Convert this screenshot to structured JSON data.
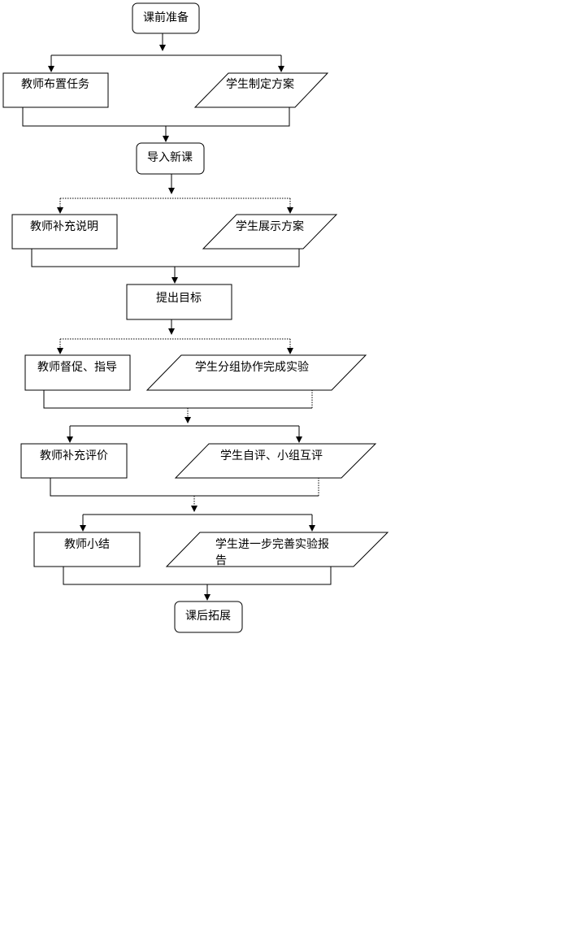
{
  "diagram": {
    "start": "课前准备",
    "row1": {
      "teacher": "教师布置任务",
      "student": "学生制定方案"
    },
    "step2": "导入新课",
    "row2": {
      "teacher": "教师补充说明",
      "student": "学生展示方案"
    },
    "step3": "提出目标",
    "row3": {
      "teacher": "教师督促、指导",
      "student": "学生分组协作完成实验"
    },
    "row4": {
      "teacher": "教师补充评价",
      "student": "学生自评、小组互评"
    },
    "row5": {
      "teacher": "教师小结",
      "student_line1": "学生进一步完善实验报",
      "student_line2": "告"
    },
    "end": "课后拓展"
  }
}
